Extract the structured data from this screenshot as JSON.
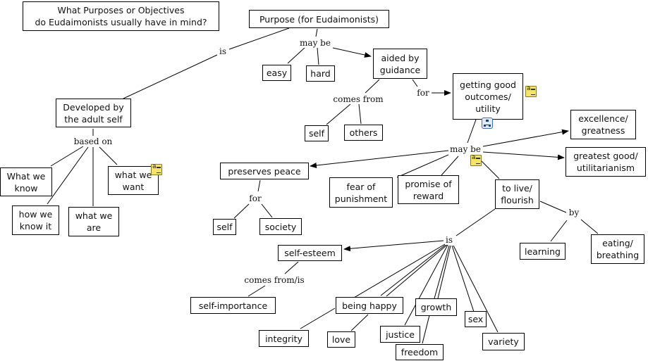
{
  "concept_map": {
    "nodes": {
      "question": "What Purposes or Objectives\ndo Eudaimonists usually have in mind?",
      "purpose": "Purpose (for Eudaimonists)",
      "easy": "easy",
      "hard": "hard",
      "aided": "aided by\nguidance",
      "self1": "self",
      "others": "others",
      "outcomes": "getting good\noutcomes/\nutility",
      "excellence": "excellence/\ngreatness",
      "greatest": "greatest good/\nutilitarianism",
      "developed": "Developed by\nthe adult self",
      "whatknow": "What we\nknow",
      "howknow": "how we\nknow it",
      "whatare": "what we\nare",
      "whatwant": "what we\nwant",
      "peace": "preserves peace",
      "self2": "self",
      "society": "society",
      "fear": "fear of\npunishment",
      "promise": "promise of\nreward",
      "live": "to live/\nflourish",
      "learning": "learning",
      "eating": "eating/\nbreathing",
      "esteem": "self-esteem",
      "importance": "self-importance",
      "happy": "being happy",
      "growth": "growth",
      "sex": "sex",
      "integrity": "integrity",
      "love": "love",
      "justice": "justice",
      "freedom": "freedom",
      "variety": "variety"
    },
    "link_labels": {
      "is1": "is",
      "maybe1": "may be",
      "comesfrom": "comes from",
      "for1": "for",
      "basedon": "based on",
      "maybe2": "may be",
      "for2": "for",
      "by": "by",
      "is2": "is",
      "comesfromis": "comes from/is"
    },
    "icons": {
      "note": "note-icon",
      "submap": "submap-icon"
    },
    "colors": {
      "line": "#000000",
      "note_fill": "#f6e36a",
      "submap_border": "#3a6db5"
    }
  }
}
